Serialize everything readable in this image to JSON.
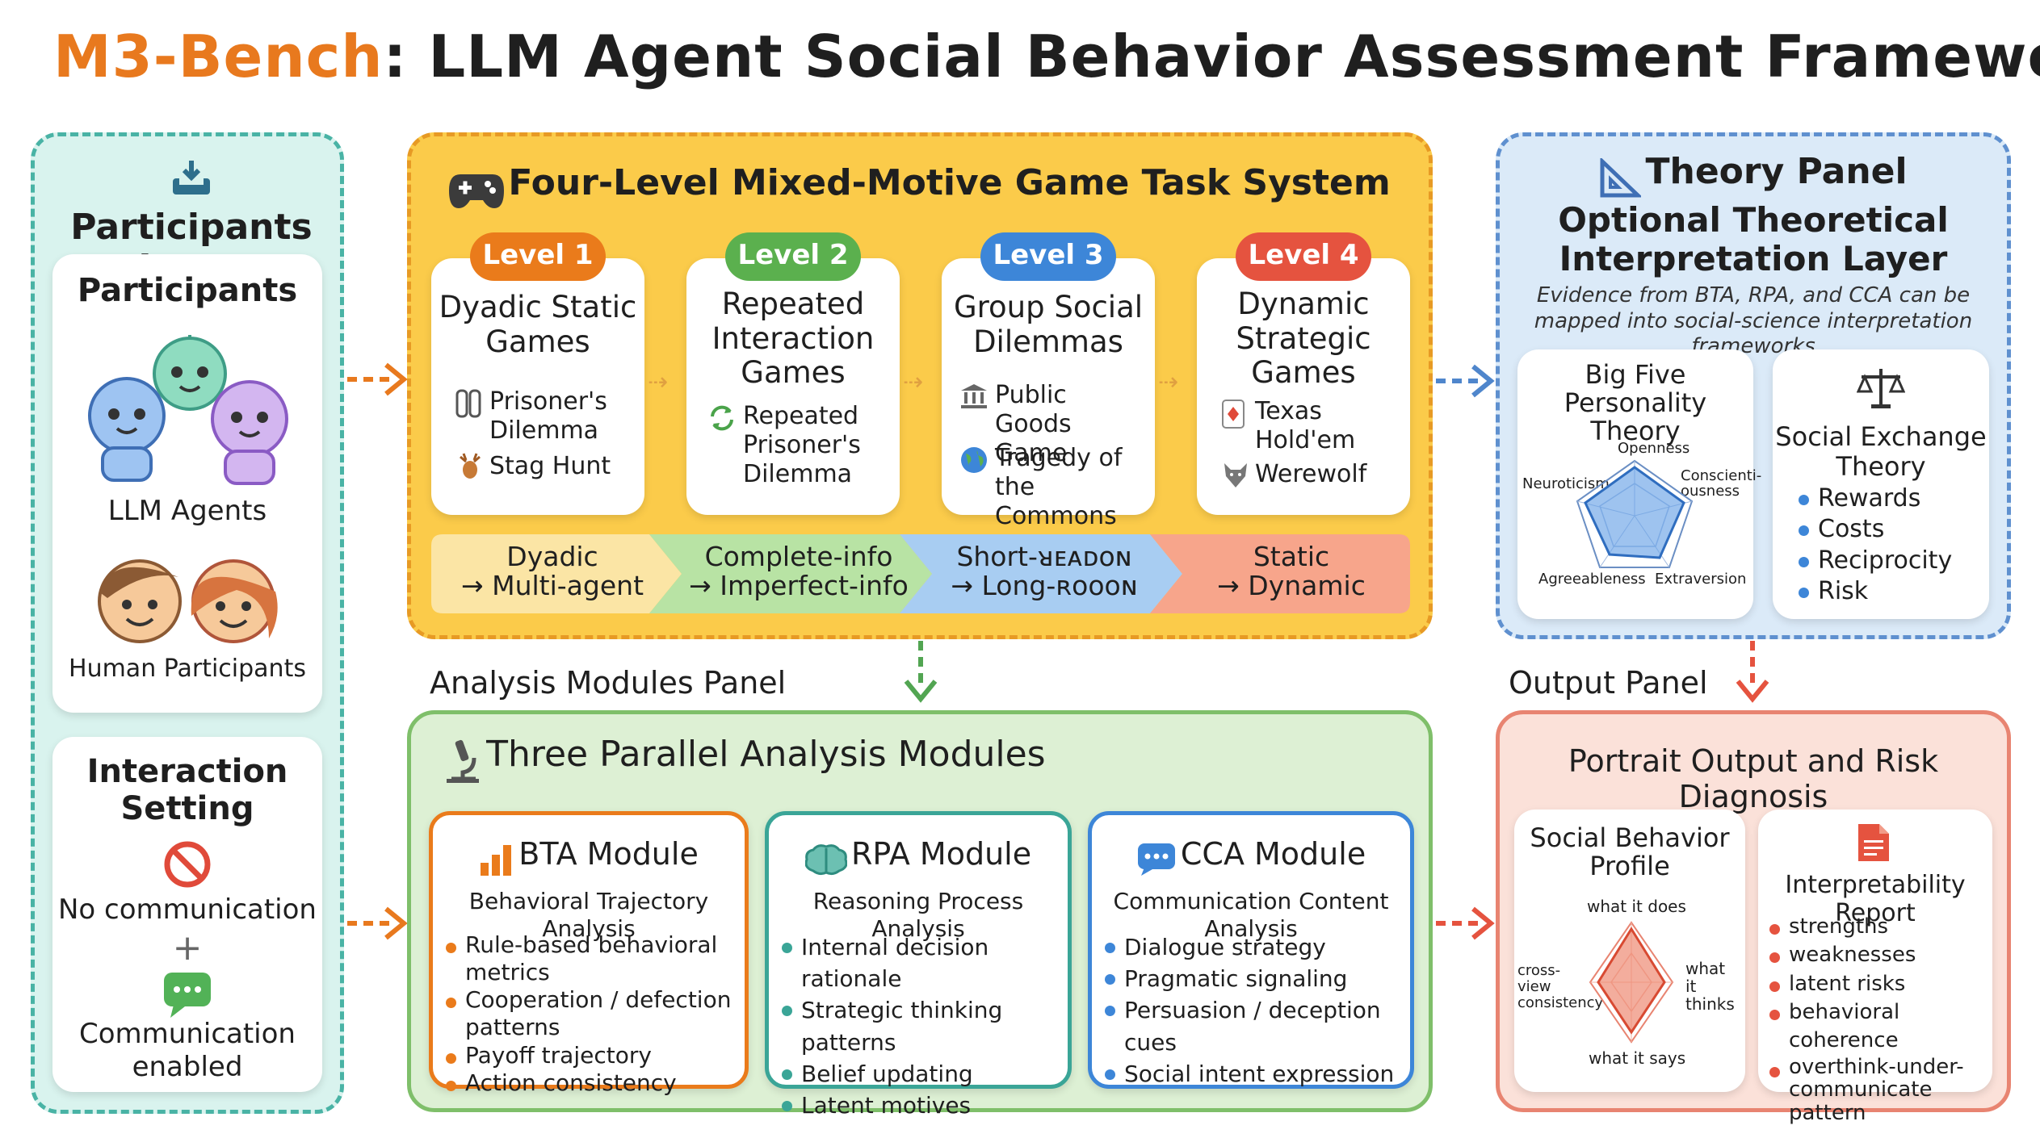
{
  "title": {
    "accent": "M3-Bench",
    "rest": ": LLM Agent Social Behavior Assessment Framework"
  },
  "participants_panel": {
    "title": "Participants Input",
    "participants_card": {
      "title": "Participants",
      "agents_label": "LLM Agents",
      "humans_label": "Human Participants"
    },
    "interaction_card": {
      "title": "Interaction Setting",
      "no_comm": "No communication",
      "plus": "+",
      "comm": "Communication enabled"
    }
  },
  "game_panel": {
    "title": "Four-Level Mixed-Motive Game Task System",
    "levels": [
      {
        "badge": "Level 1",
        "color": "#ea7b1b",
        "title": "Dyadic Static Games",
        "items": [
          {
            "icon": "ticket-pair-icon",
            "text": "Prisoner's Dilemma"
          },
          {
            "icon": "deer-icon",
            "text": "Stag Hunt"
          }
        ]
      },
      {
        "badge": "Level 2",
        "color": "#5bb04e",
        "title": "Repeated Interaction Games",
        "items": [
          {
            "icon": "cycle-arrows-icon",
            "text": "Repeated Prisoner's Dilemma"
          }
        ]
      },
      {
        "badge": "Level 3",
        "color": "#3d86d8",
        "title": "Group Social Dilemmas",
        "items": [
          {
            "icon": "bank-icon",
            "text": "Public Goods Game"
          },
          {
            "icon": "globe-icon",
            "text": "Tragedy of the Commons"
          }
        ]
      },
      {
        "badge": "Level 4",
        "color": "#e5533f",
        "title": "Dynamic Strategic Games",
        "items": [
          {
            "icon": "playing-card-icon",
            "text": "Texas Hold'em"
          },
          {
            "icon": "wolf-icon",
            "text": "Werewolf"
          }
        ]
      }
    ],
    "progression": [
      {
        "line1": "Dyadic",
        "line2": "→ Multi-agent",
        "color": "#fbe5a5"
      },
      {
        "line1": "Complete-info",
        "line2": "→ Imperfect-info",
        "color": "#b8e3a4"
      },
      {
        "line1": "Short-ᴚᴇᴀᴅᴏɴ",
        "line2": "→ Long-ʀᴏᴏᴏɴ",
        "color": "#a8cdf2"
      },
      {
        "line1": "Static",
        "line2": "→ Dynamic",
        "color": "#f7a58b"
      }
    ]
  },
  "theory_panel": {
    "title": "Theory Panel",
    "subtitle": "Optional Theoretical Interpretation Layer",
    "note": "Evidence from BTA, RPA, and CCA can be mapped into social-science interpretation frameworks",
    "big_five": {
      "title": "Big Five Personality Theory",
      "axes": [
        "Openness",
        "Conscienti-ousness",
        "Extraversion",
        "Agreeableness",
        "Neuroticism"
      ]
    },
    "social_exchange": {
      "title": "Social Exchange Theory",
      "items": [
        "Rewards",
        "Costs",
        "Reciprocity",
        "Risk"
      ]
    }
  },
  "analysis_panel": {
    "label": "Analysis Modules Panel",
    "title": "Three Parallel Analysis Modules",
    "modules": [
      {
        "title": "BTA Module",
        "subtitle": "Behavioral Trajectory Analysis",
        "color": "#ea7b1b",
        "items": [
          "Rule-based behavioral metrics",
          "Cooperation / defection patterns",
          "Payoff trajectory",
          "Action consistency"
        ]
      },
      {
        "title": "RPA Module",
        "subtitle": "Reasoning Process Analysis",
        "color": "#3aa597",
        "items": [
          "Internal decision rationale",
          "Strategic thinking patterns",
          "Belief updating",
          "Latent motives"
        ]
      },
      {
        "title": "CCA Module",
        "subtitle": "Communication Content Analysis",
        "color": "#3d86d8",
        "items": [
          "Dialogue strategy",
          "Pragmatic signaling",
          "Persuasion / deception cues",
          "Social intent expression"
        ]
      }
    ]
  },
  "output_panel": {
    "label": "Output Panel",
    "title": "Portrait Output and Risk Diagnosis",
    "profile": {
      "title": "Social Behavior Profile",
      "axes": [
        "what it does",
        "what it thinks",
        "what it says",
        "cross-view consistency"
      ]
    },
    "report": {
      "title": "Interpretability Report",
      "items": [
        "strengths",
        "weaknesses",
        "latent risks",
        "behavioral coherence",
        "overthink-under-communicate pattern"
      ]
    }
  },
  "colors": {
    "accent_orange": "#e8791e",
    "teal": "#49b3a5",
    "yellow": "#fbcb4a",
    "blue": "#5f90cf",
    "green": "#7fbf6a",
    "red": "#e88471"
  }
}
